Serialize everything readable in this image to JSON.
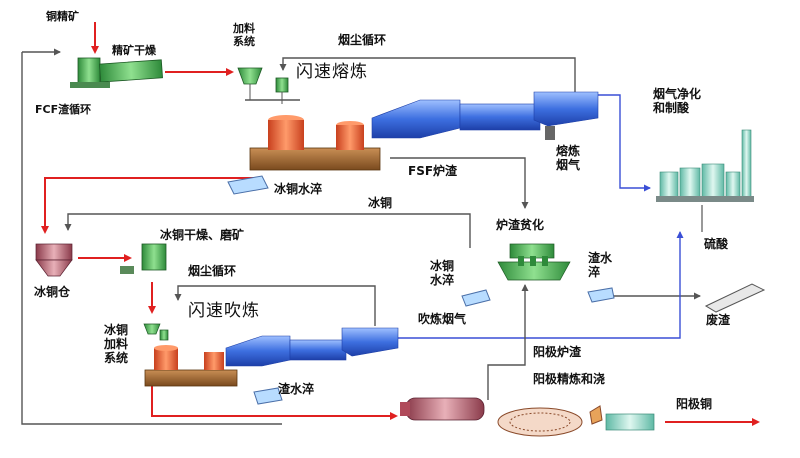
{
  "labels": {
    "copper_concentrate": "铜精矿",
    "concentrate_drying": "精矿干燥",
    "feeding_system": "加料\n系统",
    "dust_cycle_top": "烟尘循环",
    "flash_smelting": "闪速熔炼",
    "fcf_slag_cycle": "FCF渣循环",
    "gas_cleaning": "烟气净化\n和制酸",
    "fsf_slag": "FSF炉渣",
    "smelting_gas": "熔炼\n烟气",
    "matte_water_quench": "冰铜水淬",
    "matte_label": "冰铜",
    "matte_dry_grind": "冰铜干燥、磨矿",
    "slag_cleaning": "炉渣贫化",
    "sulfuric_acid": "硫酸",
    "matte_bin": "冰铜仓",
    "dust_cycle_mid": "烟尘循环",
    "flash_converting": "闪速吹炼",
    "matte_water_quench_right": "冰铜\n水淬",
    "slag_water_quench_right": "渣水\n淬",
    "waste_slag": "废渣",
    "converting_gas": "吹炼烟气",
    "matte_feed_system": "冰铜\n加料\n系统",
    "anode_slag": "阳极炉渣",
    "slag_water_quench_bottom": "渣水淬",
    "anode_refining_casting": "阳极精炼和浇",
    "anode_copper": "阳极铜"
  },
  "colors": {
    "flow_red": "#e02020",
    "flow_grey": "#555555",
    "flow_blue": "#3a4fd6",
    "furnace_blue": "#3d6fe0",
    "reactor_orange": "#e8643c",
    "base_brown": "#8a5a2b",
    "equipment_green": "#3fae4a",
    "acid_plant_teal": "#8fd9c9"
  },
  "icons": [
    "dryer",
    "feed-hopper",
    "flash-furnace",
    "matte-bin",
    "grinder",
    "slag-cleaning-furnace",
    "anode-furnace",
    "casting-wheel",
    "acid-plant",
    "waste-pile"
  ]
}
